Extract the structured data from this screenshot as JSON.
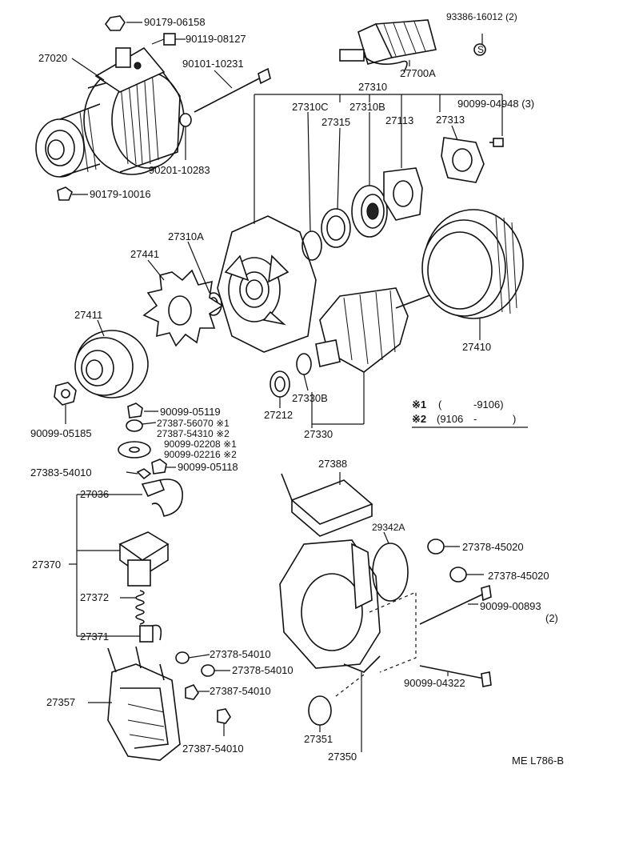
{
  "labels": {
    "p90179_06158": "90179-06158",
    "p90119_08127": "90119-08127",
    "p27020": "27020",
    "p90101_10231": "90101-10231",
    "p90201_10283": "90201-10283",
    "p90179_10016": "90179-10016",
    "p93386_16012": "93386-16012 (2)",
    "p27700A": "27700A",
    "p27310": "27310",
    "p27310C": "27310C",
    "p27310B": "27310B",
    "p90099_04948": "90099-04948 (3)",
    "p27315": "27315",
    "p27113": "27113",
    "p27313": "27313",
    "p27310A": "27310A",
    "p27441": "27441",
    "p27411": "27411",
    "p27410": "27410",
    "p27330B": "27330B",
    "p27212": "27212",
    "p27330": "27330",
    "p90099_05185": "90099-05185",
    "p90099_05119": "90099-05119",
    "p27387_56070": "27387-56070 ※1",
    "p27387_54310": "27387-54310 ※2",
    "p90099_02208": "90099-02208 ※1",
    "p90099_02216": "90099-02216 ※2",
    "p27383_54010": "27383-54010",
    "p90099_05118": "90099-05118",
    "p27036": "27036",
    "p27388": "27388",
    "p29342A": "29342A",
    "p27378_45020a": "27378-45020",
    "p27378_45020b": "27378-45020",
    "p27370": "27370",
    "p90099_00893": "90099-00893",
    "p90099_00893_qty": "(2)",
    "p27372": "27372",
    "p27371": "27371",
    "p90099_04322": "90099-04322",
    "p27378_54010a": "27378-54010",
    "p27378_54010b": "27378-54010",
    "p27387_54010a": "27387-54010",
    "p27387_54010b": "27387-54010",
    "p27357": "27357",
    "p27351": "27351",
    "p27350": "27350",
    "p_s": "S"
  },
  "legend": {
    "mark1": "※1",
    "range1_open": "(",
    "range1_end": "-9106)",
    "mark2": "※2",
    "range2_start": "(9106",
    "range2_dash": "-",
    "range2_close": ")"
  },
  "footer": {
    "ref": "ME L786-B"
  }
}
